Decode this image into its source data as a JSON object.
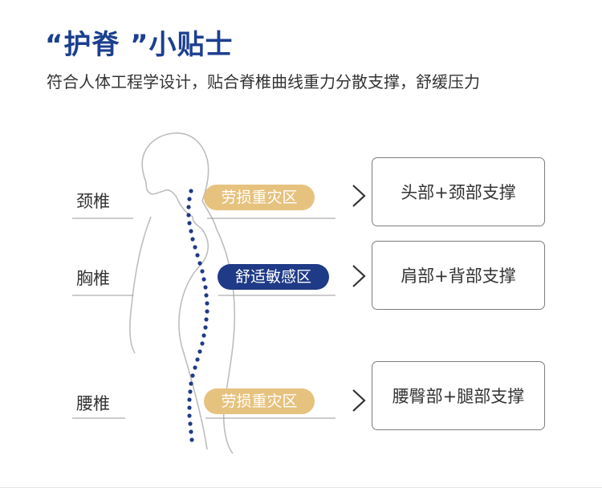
{
  "header": {
    "title": "“护脊 ”小贴士",
    "subtitle": "符合人体工程学设计，贴合脊椎曲线重力分散支撑，舒缓压力"
  },
  "regions": [
    {
      "label": "颈椎",
      "zone": "劳损重灾区",
      "zone_style": "gold",
      "support": "头部+颈部支撑"
    },
    {
      "label": "胸椎",
      "zone": "舒适敏感区",
      "zone_style": "navy",
      "support": "肩部+背部支撑"
    },
    {
      "label": "腰椎",
      "zone": "劳损重灾区",
      "zone_style": "gold",
      "support": "腰臀部+腿部支撑"
    }
  ],
  "colors": {
    "title": "#1d3f8f",
    "gold": "#e6c27f",
    "navy": "#1f3a86",
    "spine_dots": "#1f3a86",
    "outline": "#bdbdbd"
  },
  "icons": [
    "chevron-right-icon",
    "body-silhouette-icon",
    "spine-dots-icon"
  ]
}
